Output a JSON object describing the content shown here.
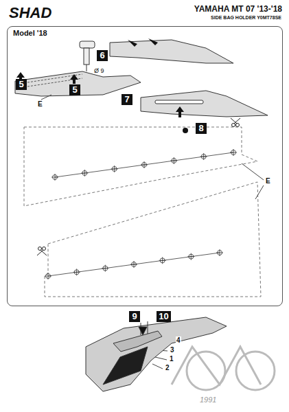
{
  "diagram": {
    "title": "YAMAHA MT 07 '13-'18",
    "nodes": [
      {
        "text": [
          "Model '18"
        ]
      },
      {
        "text": [
          "6"
        ],
        "in": 0
      },
      {
        "text": [
          "5"
        ],
        "in": 0
      },
      {
        "text": [
          "5"
        ],
        "in": 0
      },
      {
        "text": [
          "7"
        ],
        "in": 0
      },
      {
        "text": [
          "8"
        ],
        "in": 0
      },
      {
        "text": [
          "9"
        ]
      },
      {
        "text": [
          "10"
        ]
      }
    ],
    "edges": [],
    "labels": [
      "SHAD",
      "SIDE BAG HOLDER Y0MT78SE",
      "Ø 9",
      "E",
      "E",
      "4",
      "3",
      "1",
      "2",
      "1991"
    ]
  }
}
